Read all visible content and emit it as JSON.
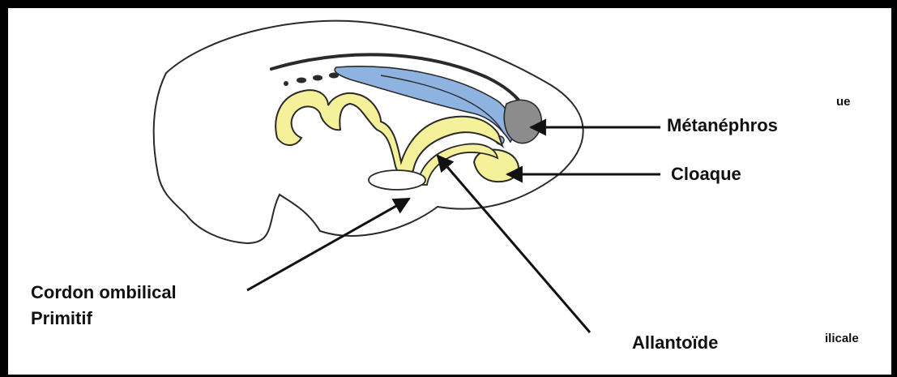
{
  "labels": {
    "metanephros": "Métanéphros",
    "cloaque": "Cloaque",
    "cordon_line1": "Cordon ombilical",
    "cordon_line2": "Primitif",
    "allantoide": "Allantoïde",
    "partial_que": "ue",
    "partial_ilicale": "ilicale"
  },
  "colors": {
    "outline": "#2a2a2a",
    "endoderm": "#f4f19a",
    "duct_blue": "#8fb3e0",
    "metanephros_grey": "#8c8c8c",
    "arrow": "#111111"
  }
}
